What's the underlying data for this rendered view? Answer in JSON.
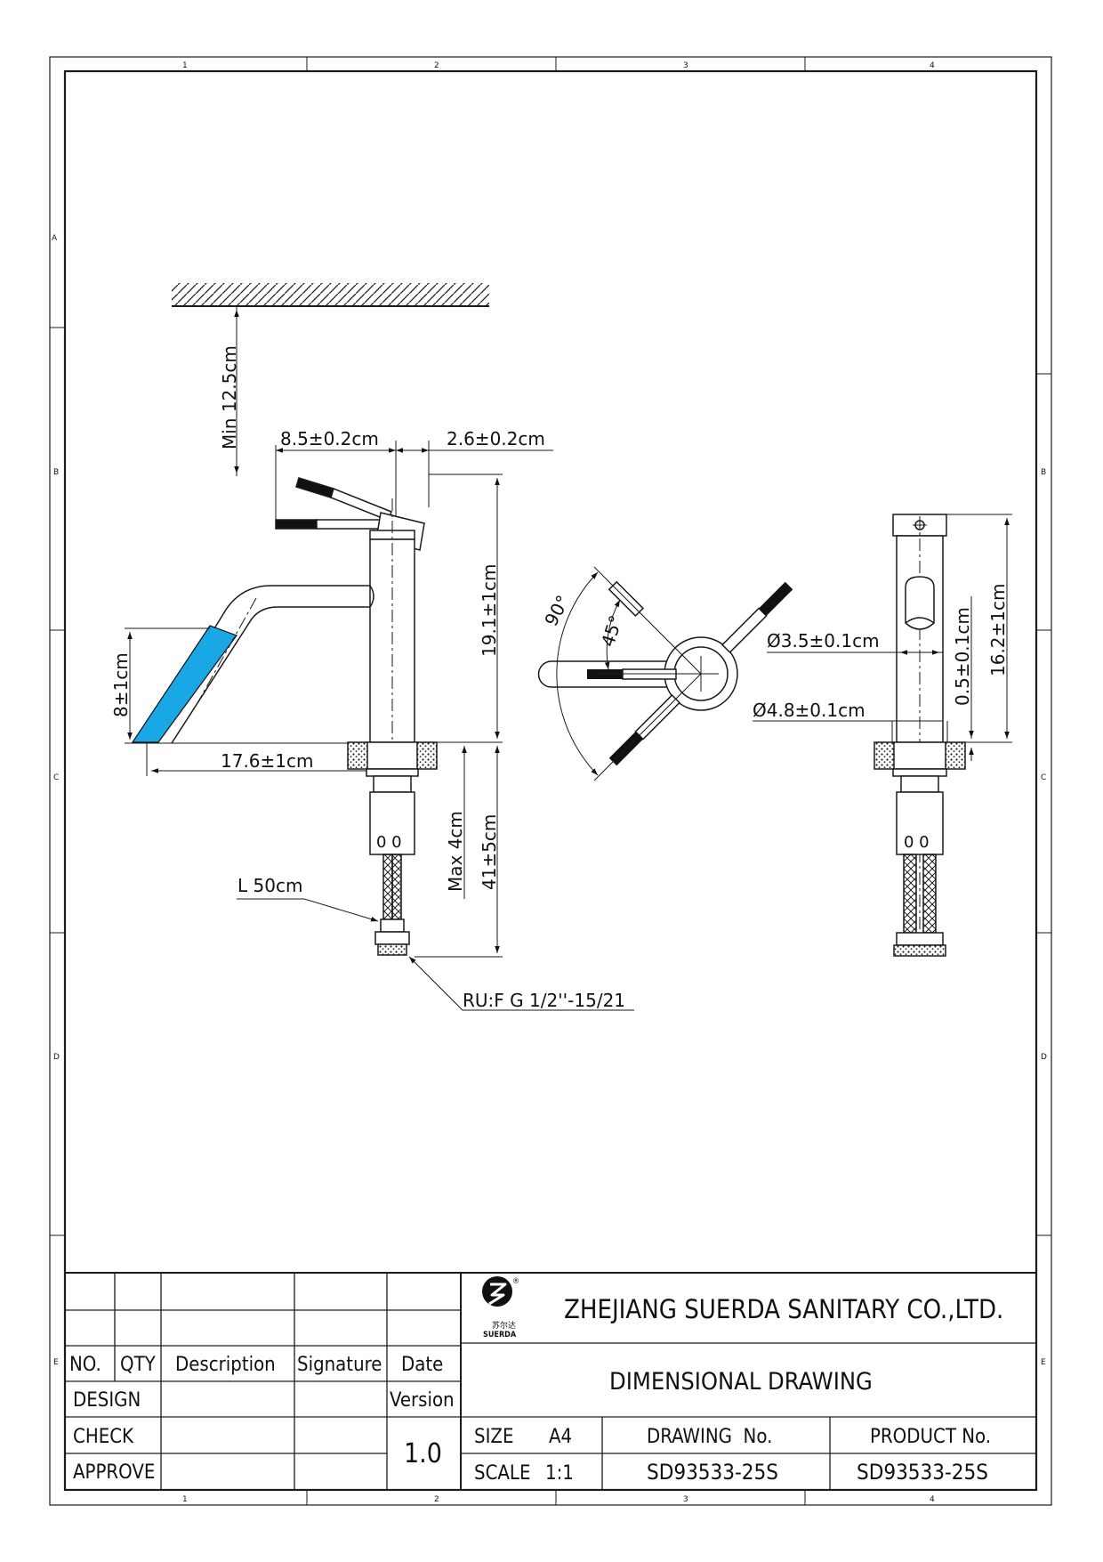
{
  "zones": {
    "cols": [
      "1",
      "2",
      "3",
      "4"
    ],
    "rows": [
      "A",
      "B",
      "C",
      "D",
      "E"
    ]
  },
  "dims": {
    "min_ceiling": "Min 12.5cm",
    "lever_len": "8.5±0.2cm",
    "lever_offset": "2.6±0.2cm",
    "body_height": "19.1±1cm",
    "spout_drop": "8±1cm",
    "spout_reach": "17.6±1cm",
    "shank_max": "Max 4cm",
    "hose_total": "41±5cm",
    "hose_length": "L 50cm",
    "thread": "RU:F G 1/2''-15/21",
    "angle_90": "90°",
    "angle_45": "45°",
    "dia_body": "Ø3.5±0.1cm",
    "dia_base": "Ø4.8±0.1cm",
    "base_ring": "0.5±0.1cm",
    "side_height": "16.2±1cm",
    "hose_mark": "0 0"
  },
  "titleblock": {
    "logo_cn": "苏尔达",
    "logo_en": "SUERDA",
    "logo_reg": "®",
    "company": "ZHEJIANG SUERDA SANITARY CO.,LTD.",
    "title": "DIMENSIONAL DRAWING",
    "hdr_no": "NO.",
    "hdr_qty": "QTY",
    "hdr_desc": "Description",
    "hdr_sig": "Signature",
    "hdr_date": "Date",
    "design": "DESIGN",
    "check": "CHECK",
    "approve": "APPROVE",
    "version_label": "Version",
    "version": "1.0",
    "size_label": "SIZE",
    "size": "A4",
    "scale_label": "SCALE",
    "scale": "1:1",
    "drawing_no_label": "DRAWING  No.",
    "drawing_no": "SD93533-25S",
    "product_no_label": "PRODUCT No.",
    "product_no": "SD93533-25S"
  },
  "colors": {
    "line": "#1a1a1a",
    "water": "#1aa7e6"
  }
}
